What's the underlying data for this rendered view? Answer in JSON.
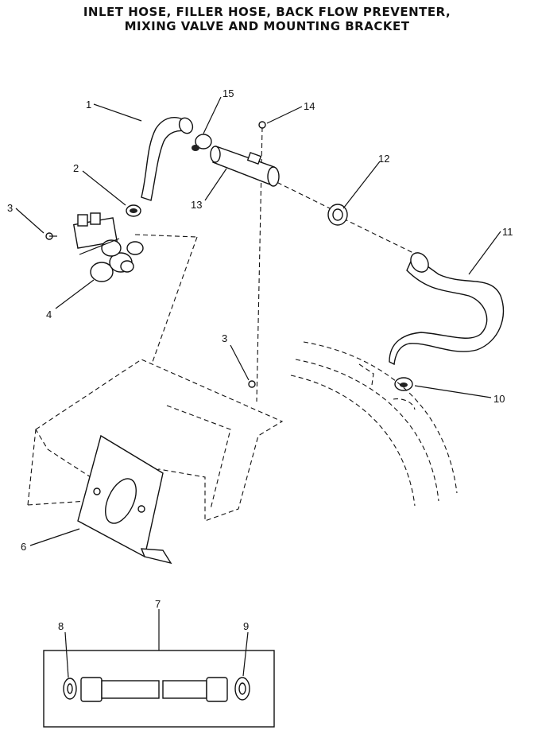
{
  "title": {
    "line1": "INLET HOSE, FILLER HOSE, BACK FLOW PREVENTER,",
    "line2": "MIXING VALVE AND MOUNTING BRACKET"
  },
  "callouts": {
    "c1": "1",
    "c2": "2",
    "c3a": "3",
    "c3b": "3",
    "c4": "4",
    "c6": "6",
    "c7": "7",
    "c8": "8",
    "c9": "9",
    "c10": "10",
    "c11": "11",
    "c12": "12",
    "c13": "13",
    "c14": "14",
    "c15": "15"
  }
}
